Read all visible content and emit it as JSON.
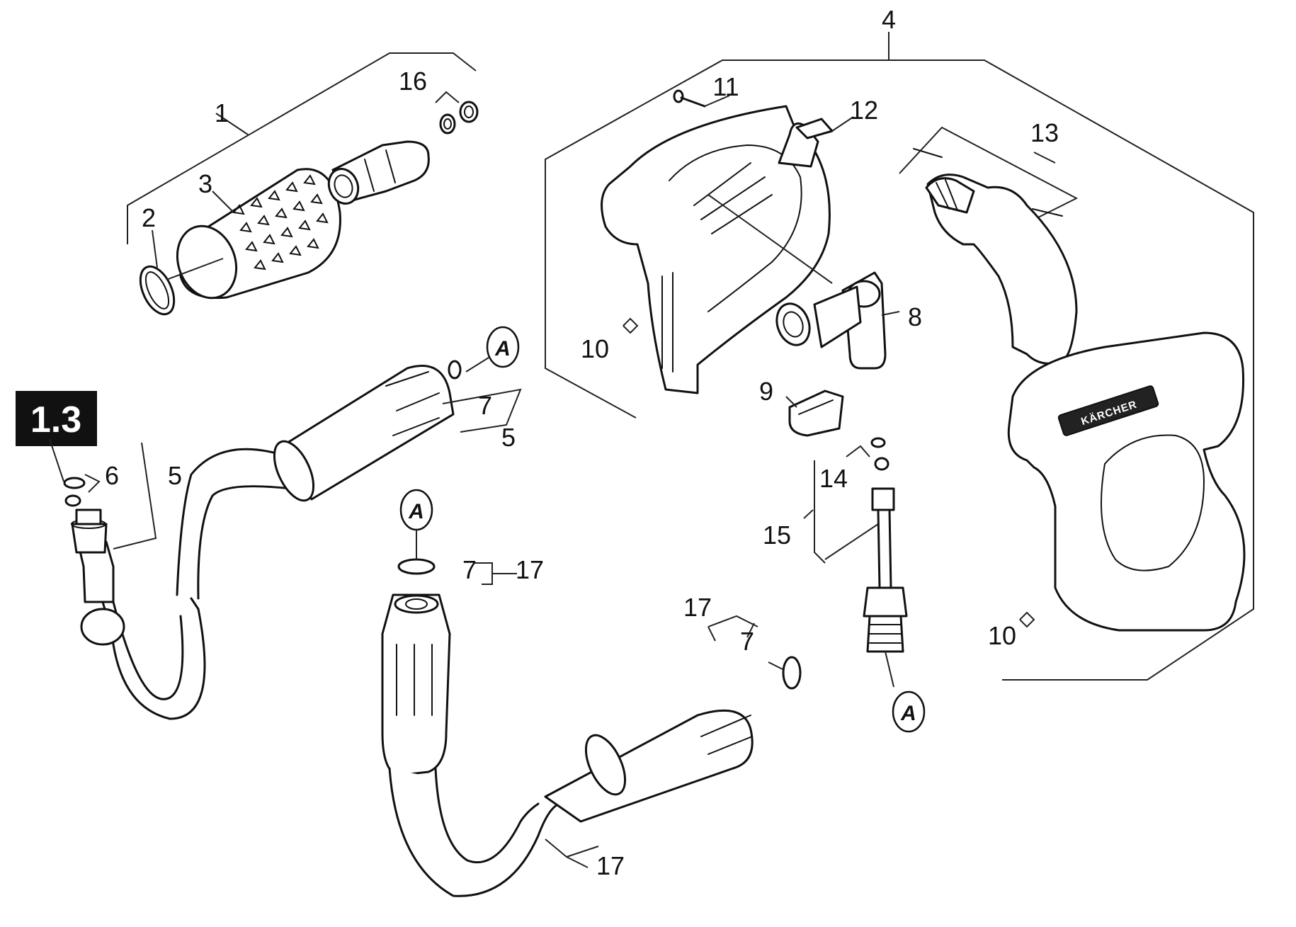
{
  "diagram": {
    "section_badge": "1.3",
    "brand_label": "KÄRCHER",
    "reference_marker": "A",
    "callouts": {
      "n1": "1",
      "n2": "2",
      "n3": "3",
      "n4": "4",
      "n5": "5",
      "n6": "6",
      "n7": "7",
      "n8": "8",
      "n9": "9",
      "n10": "10",
      "n11": "11",
      "n12": "12",
      "n13": "13",
      "n14": "14",
      "n15": "15",
      "n16": "16",
      "n17": "17"
    }
  }
}
